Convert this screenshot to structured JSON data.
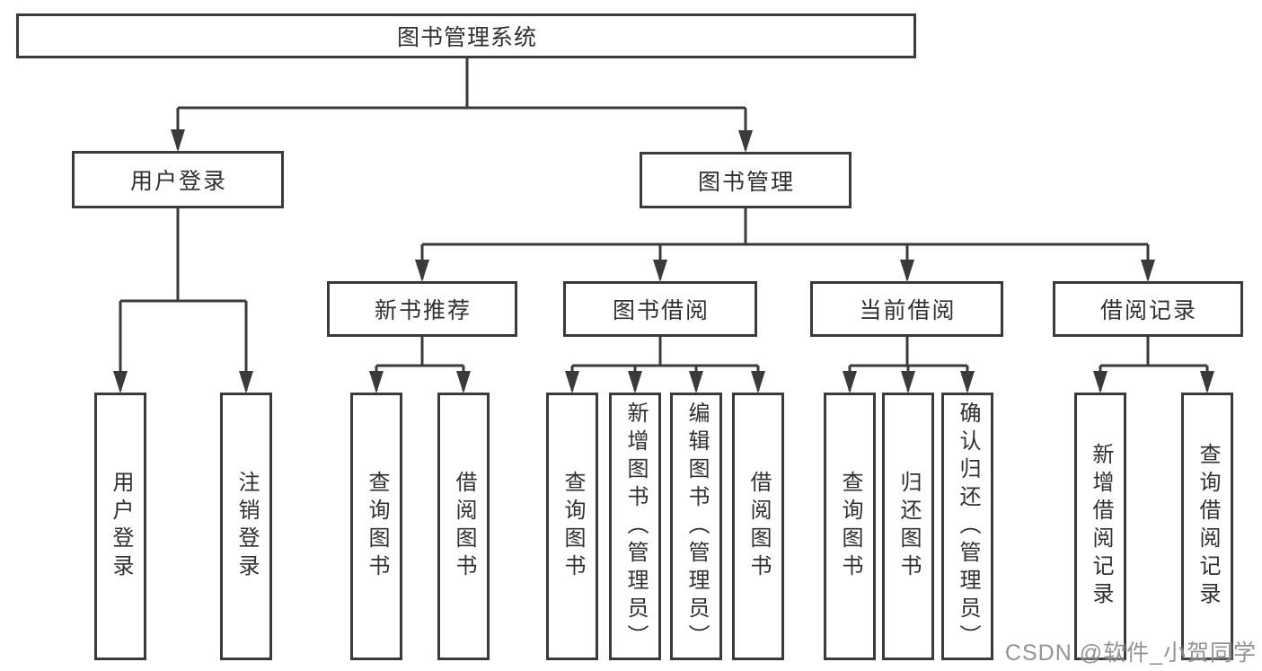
{
  "tree": {
    "root": "图书管理系统",
    "login": {
      "label": "用户登录",
      "leaves": [
        "用户登录",
        "注销登录"
      ]
    },
    "mgmt": {
      "label": "图书管理",
      "groups": [
        {
          "label": "新书推荐",
          "leaves": [
            "查询图书",
            "借阅图书"
          ]
        },
        {
          "label": "图书借阅",
          "leaves": [
            "查询图书",
            "新增图书（管理员）",
            "编辑图书（管理员）",
            "借阅图书"
          ]
        },
        {
          "label": "当前借阅",
          "leaves": [
            "查询图书",
            "归还图书",
            "确认归还（管理员）"
          ]
        },
        {
          "label": "借阅记录",
          "leaves": [
            "新增借阅记录",
            "查询借阅记录"
          ]
        }
      ]
    }
  },
  "watermark": "CSDN @软件_小贺同学",
  "colors": {
    "line": "#3a3a3a",
    "text": "#303030",
    "watermark": "#7d7d7d",
    "background": "#ffffff"
  }
}
